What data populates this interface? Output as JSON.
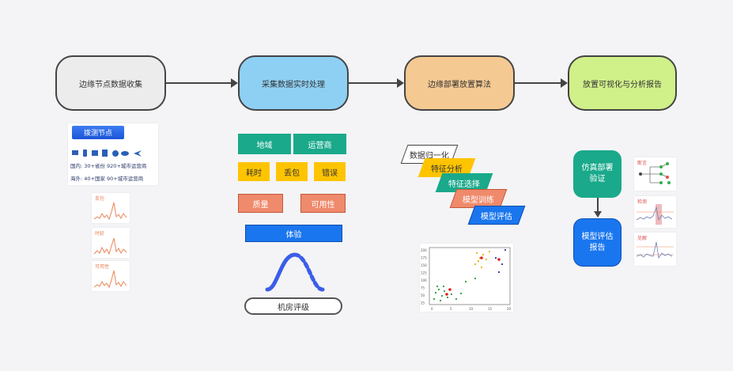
{
  "stages": [
    {
      "label": "边缘节点数据收集",
      "color": "#ececec"
    },
    {
      "label": "采集数据实时处理",
      "color": "#8ed0f4"
    },
    {
      "label": "边缘部署放置算法",
      "color": "#f5c992"
    },
    {
      "label": "放置可视化与分析报告",
      "color": "#d0f08a"
    }
  ],
  "probe": {
    "button": "拨测节点",
    "domestic": "国内:  30+省份  920+城市运营商",
    "overseas": "海外:  40+国家  90+城市运营商"
  },
  "mini_charts": [
    "丢包",
    "时延",
    "可用性"
  ],
  "metrics": {
    "region": "地域",
    "isp": "运营商",
    "latency": "耗时",
    "loss": "丢包",
    "error": "错误",
    "quality": "质量",
    "availability": "可用性",
    "experience": "体验",
    "rating": "机房评级"
  },
  "algo_steps": [
    "数据归一化",
    "特征分析",
    "特征选择",
    "模型训练",
    "模型评估"
  ],
  "report": {
    "sim": "仿真部署\n验证",
    "eval": "模型评估\n报告",
    "thumbs": [
      "断言",
      "检测",
      "见解"
    ]
  },
  "scatter": {
    "x_ticks": [
      "0",
      "5",
      "10",
      "15",
      "20"
    ],
    "y_ticks": [
      "200",
      "175",
      "150",
      "125",
      "100",
      "75",
      "50",
      "25"
    ]
  },
  "colors": {
    "teal": "#1aa98b",
    "yellow": "#ffc400",
    "orange": "#ef8a6c",
    "blue": "#1a76ef",
    "accent_orange": "#e8855a"
  }
}
